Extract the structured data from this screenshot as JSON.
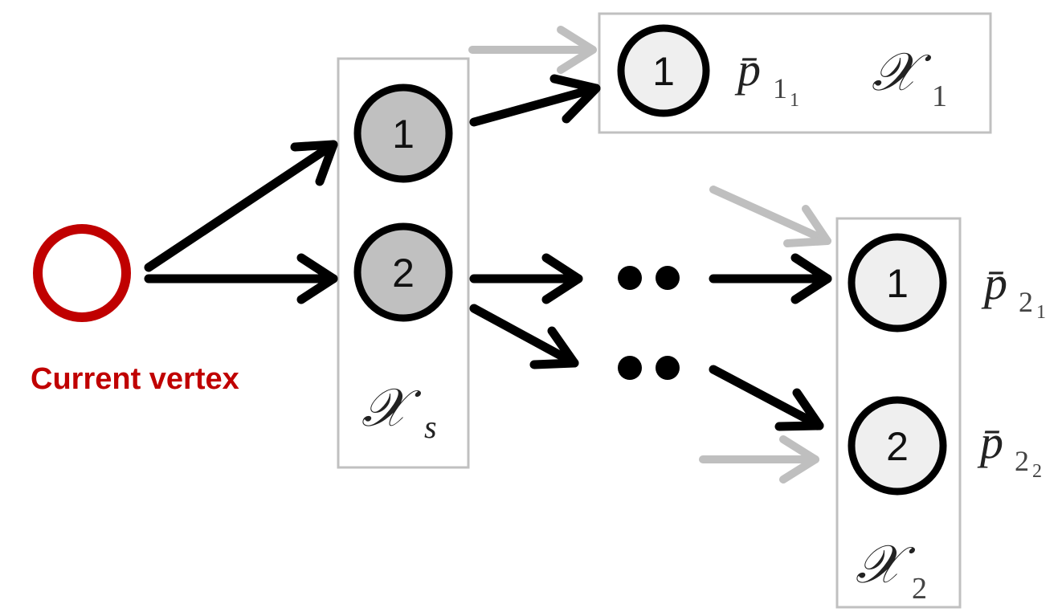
{
  "colors": {
    "current_vertex": "#c00000",
    "edge": "#000000",
    "incoming_edge": "#bfbfbf",
    "box_border": "#c0c0c0",
    "expanded_node_fill": "#c0c0c0",
    "candidate_node_fill": "#efefef"
  },
  "current_vertex": {
    "label": "Current vertex"
  },
  "source_set": {
    "symbol": "𝒳",
    "subscript": "s",
    "nodes": [
      "1",
      "2"
    ]
  },
  "set_1": {
    "node": "1",
    "prob": {
      "symbol": "p̄",
      "sub": "1",
      "subsub": "1"
    },
    "symbol": "𝒳",
    "subscript": "1"
  },
  "set_2": {
    "nodes": [
      "1",
      "2"
    ],
    "probs": [
      {
        "symbol": "p̄",
        "sub": "2",
        "subsub": "1"
      },
      {
        "symbol": "p̄",
        "sub": "2",
        "subsub": "2"
      }
    ],
    "symbol": "𝒳",
    "subscript": "2"
  }
}
